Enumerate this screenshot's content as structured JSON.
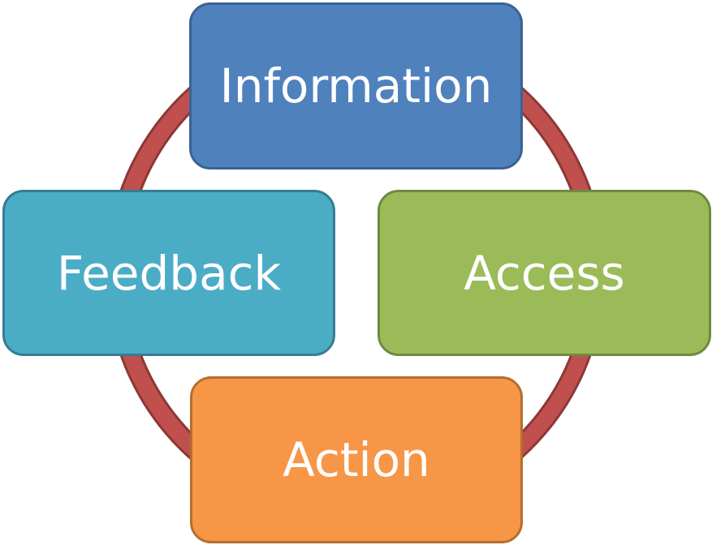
{
  "diagram": {
    "type": "cycle",
    "nodes": [
      {
        "id": "information",
        "label": "Information",
        "fill": "#4f81bd",
        "border": "#3a6294"
      },
      {
        "id": "access",
        "label": "Access",
        "fill": "#9bbb59",
        "border": "#71893f"
      },
      {
        "id": "action",
        "label": "Action",
        "fill": "#f79646",
        "border": "#b66d31"
      },
      {
        "id": "feedback",
        "label": "Feedback",
        "fill": "#4bacc6",
        "border": "#357d91"
      }
    ],
    "edges": [
      {
        "from": "information",
        "to": "access"
      },
      {
        "from": "access",
        "to": "action"
      },
      {
        "from": "action",
        "to": "feedback"
      },
      {
        "from": "feedback",
        "to": "information",
        "arrowhead": true
      }
    ],
    "colors": {
      "ring_fill": "#c0504d",
      "ring_border": "#8c3836",
      "text": "#ffffff"
    }
  }
}
